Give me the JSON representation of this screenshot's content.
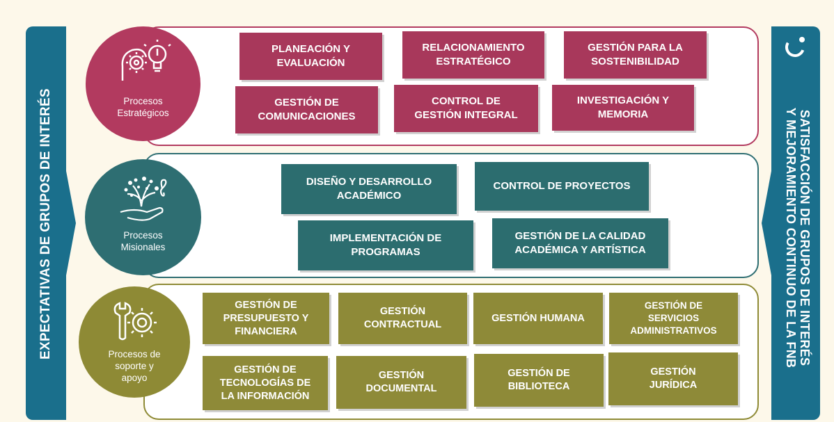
{
  "colors": {
    "strategic": "#b23a5f",
    "missional": "#2e6e72",
    "support": "#8e8a35",
    "side": "#1a6f8c",
    "background": "#fdf8ea"
  },
  "left_banner": "EXPECTATIVAS DE GRUPOS DE INTERÉS",
  "right_banner": {
    "line1": "SATISFACCIÓN DE GRUPOS DE INTERÉS",
    "line2": "Y MEJORAMIENTO CONTINUO DE LA FNB"
  },
  "groups": [
    {
      "label_line1": "Procesos",
      "label_line2": "Estratégicos",
      "icon": "strategy-gear-bulb-icon",
      "boxes": [
        {
          "line1": "PLANEACIÓN Y",
          "line2": "EVALUACIÓN"
        },
        {
          "line1": "RELACIONAMIENTO",
          "line2": "ESTRATÉGICO"
        },
        {
          "line1": "GESTIÓN PARA LA",
          "line2": "SOSTENIBILIDAD"
        },
        {
          "line1": "GESTIÓN DE",
          "line2": "COMUNICACIONES"
        },
        {
          "line1": "CONTROL DE",
          "line2": "GESTIÓN INTEGRAL"
        },
        {
          "line1": "INVESTIGACIÓN Y",
          "line2": "MEMORIA"
        }
      ]
    },
    {
      "label_line1": "Procesos",
      "label_line2": "Misionales",
      "icon": "hand-tree-music-icon",
      "boxes": [
        {
          "line1": "DISEÑO Y DESARROLLO",
          "line2": "ACADÉMICO"
        },
        {
          "line1": "CONTROL DE PROYECTOS",
          "line2": ""
        },
        {
          "line1": "IMPLEMENTACIÓN  DE",
          "line2": "PROGRAMAS"
        },
        {
          "line1": "GESTIÓN DE LA CALIDAD",
          "line2": "ACADÉMICA Y ARTÍSTICA"
        }
      ]
    },
    {
      "label_line1": "Procesos de",
      "label_line2": "soporte y",
      "label_line3": "apoyo",
      "icon": "wrench-gear-icon",
      "boxes": [
        {
          "line1": "GESTIÓN DE",
          "line2": "PRESUPUESTO Y",
          "line3": "FINANCIERA"
        },
        {
          "line1": "GESTIÓN",
          "line2": "CONTRACTUAL"
        },
        {
          "line1": "GESTIÓN HUMANA",
          "line2": ""
        },
        {
          "line1": "GESTIÓN DE",
          "line2": "SERVICIOS",
          "line3": "ADMINISTRATIVOS"
        },
        {
          "line1": "GESTIÓN DE",
          "line2": "TECNOLOGÍAS DE",
          "line3": "LA INFORMACIÓN"
        },
        {
          "line1": "GESTIÓN",
          "line2": "DOCUMENTAL"
        },
        {
          "line1": "GESTIÓN DE",
          "line2": "BIBLIOTECA"
        },
        {
          "line1": "GESTIÓN",
          "line2": "JURÍDICA"
        }
      ]
    }
  ]
}
